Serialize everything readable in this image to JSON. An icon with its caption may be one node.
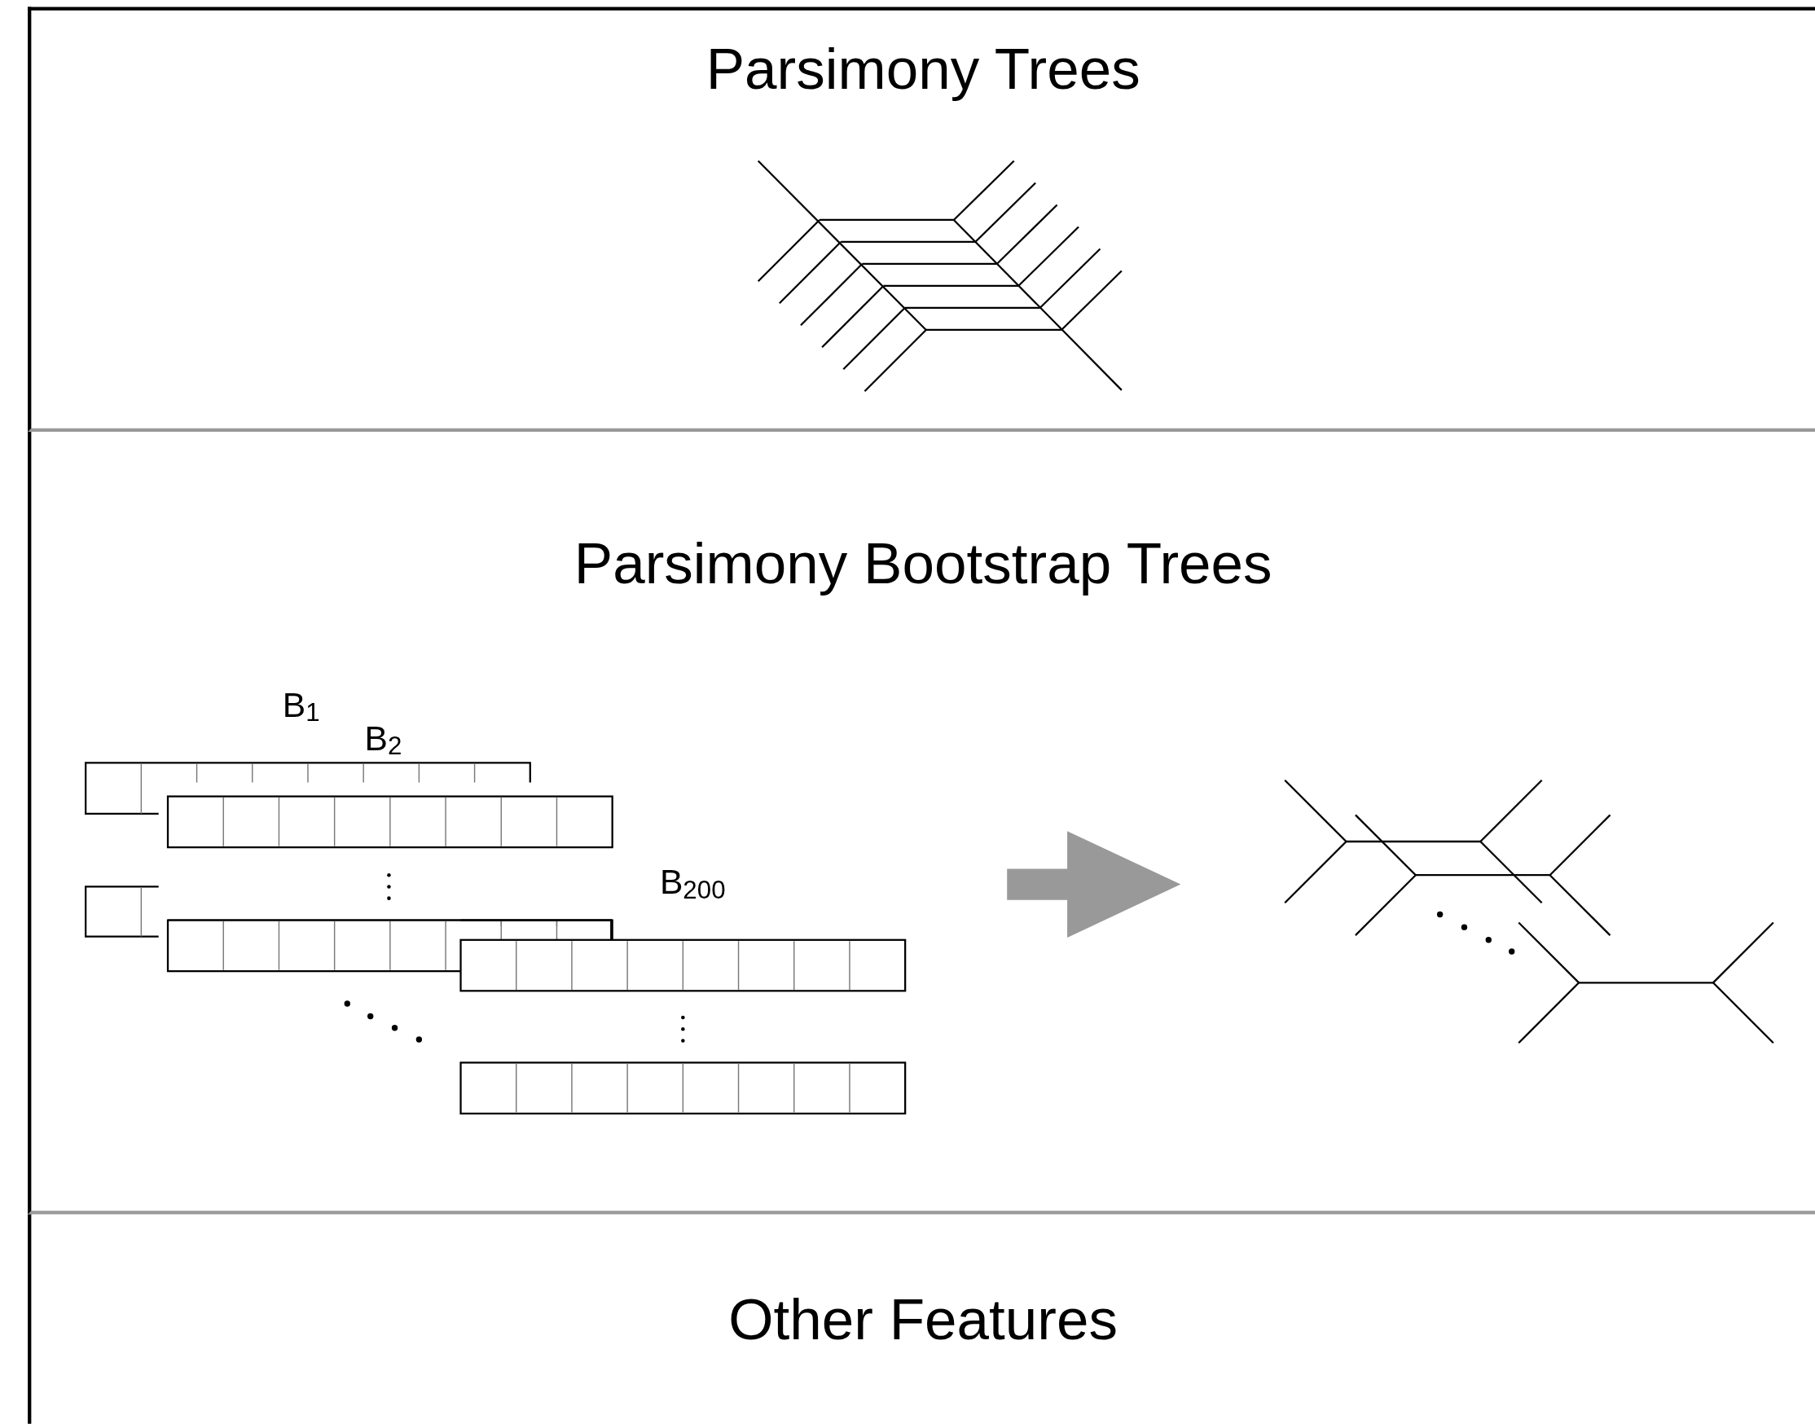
{
  "diagram": {
    "nodes": [
      {
        "text": [
          "Parsimony Trees"
        ]
      },
      {
        "text": [],
        "shape": "picture",
        "in": 0
      },
      {
        "text": [
          "Parsimony Bootstrap Trees"
        ]
      },
      {
        "text": [],
        "shape": "picture",
        "in": 2
      },
      {
        "text": [],
        "shape": "picture",
        "in": 2
      },
      {
        "text": [
          "Other Features"
        ]
      }
    ],
    "edges": [
      {
        "from": 3,
        "to": 4,
        "arrow": "to",
        "style": "thick",
        "color": "#999999"
      }
    ],
    "labels": [
      "B$_{1}$",
      "B$_{2}$",
      "B$_{200}$"
    ]
  }
}
